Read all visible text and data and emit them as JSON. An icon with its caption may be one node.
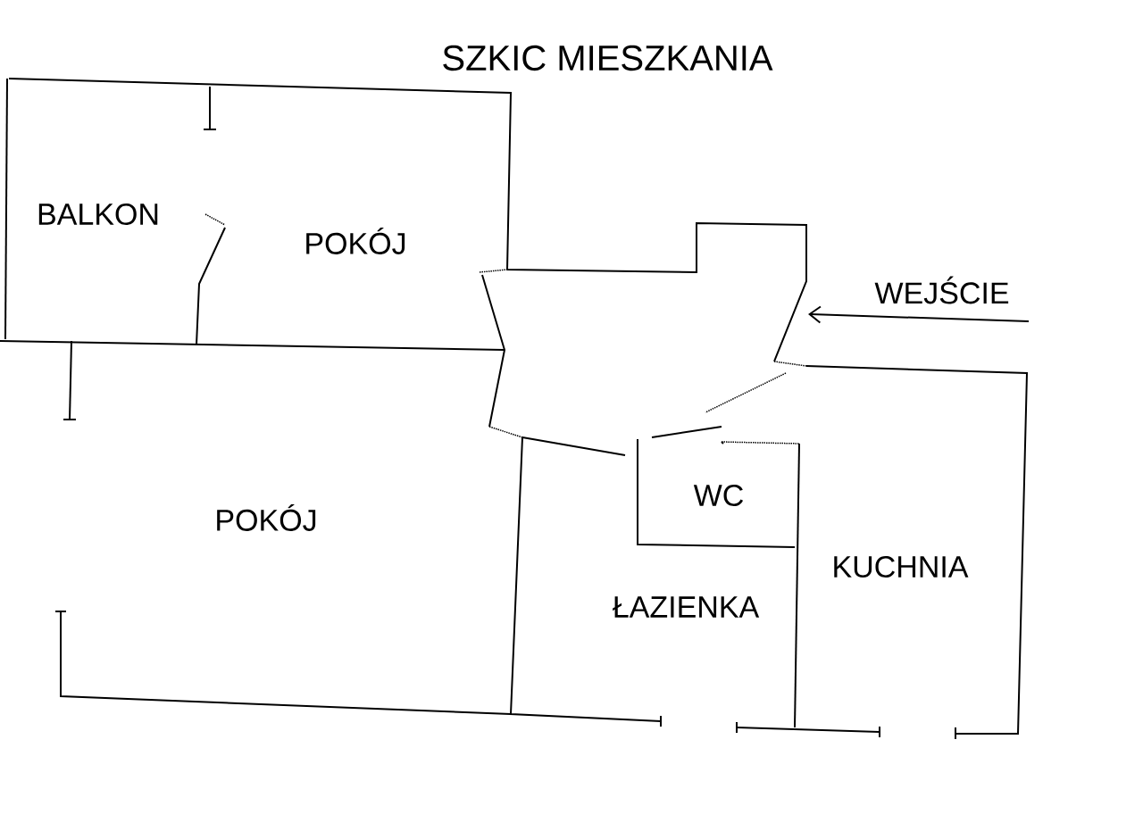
{
  "diagram": {
    "title": "SZKIC MIESZKANIA",
    "labels": [
      "BALKON",
      "POKÓJ",
      "WEJŚCIE",
      "WC",
      "POKÓJ",
      "KUCHNIA",
      "ŁAZIENKA"
    ]
  }
}
